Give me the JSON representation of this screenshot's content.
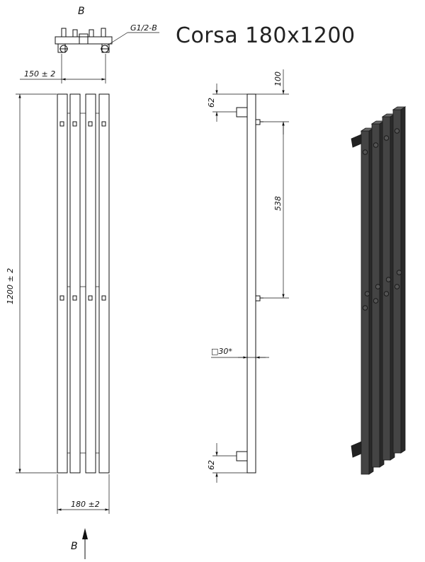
{
  "title": "Corsa 180x1200",
  "view_label_top": "B",
  "view_label_bottom": "B",
  "connection_label": "G1/2-B",
  "dims": {
    "connection_spacing": "150 ± 2",
    "height": "1200 ± 2",
    "width": "180 ±2",
    "top_offset": "100",
    "bracket_spacing": "538",
    "pipe_top": "62",
    "pipe_bottom": "62",
    "tube_profile": "□30*"
  },
  "colors": {
    "line": "#111111",
    "iso_fill": "#444444",
    "iso_edge": "#1a1a1a"
  }
}
